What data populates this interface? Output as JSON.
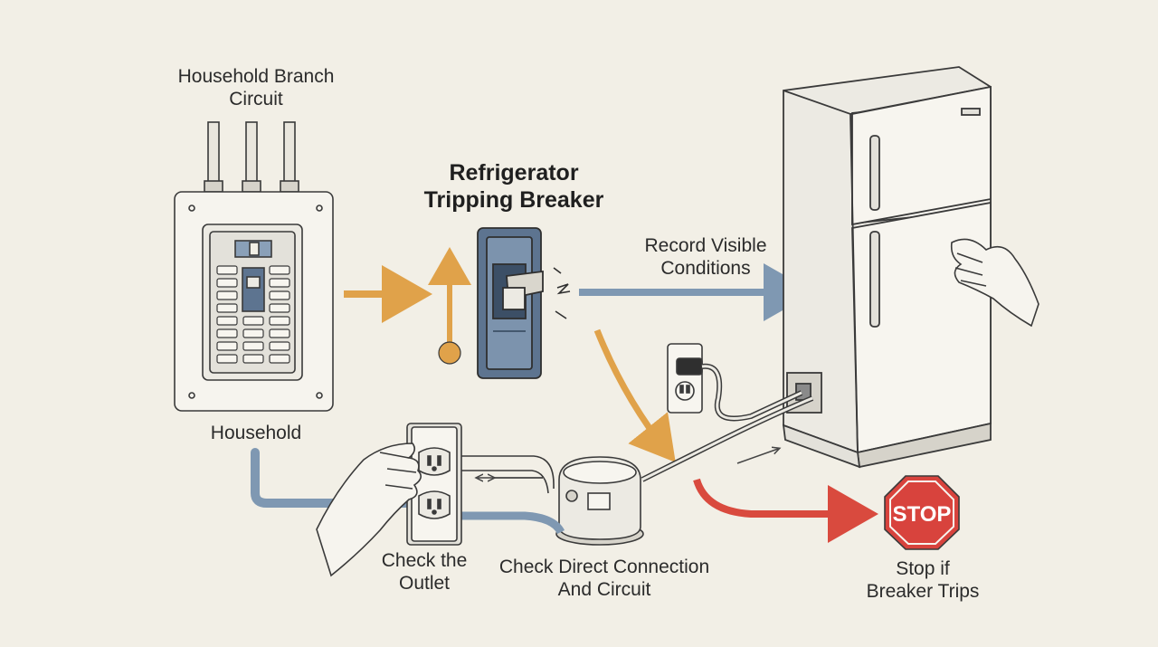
{
  "title": {
    "line1": "Refrigerator",
    "line2": "Tripping Breaker"
  },
  "labels": {
    "branch_circuit": {
      "line1": "Household Branch",
      "line2": "Circuit"
    },
    "household": "Household",
    "record": {
      "line1": "Record Visible",
      "line2": "Conditions"
    },
    "check_outlet": {
      "line1": "Check the",
      "line2": "Outlet"
    },
    "check_connection": {
      "line1": "Check Direct Connection",
      "line2": "And Circuit"
    },
    "stop": {
      "line1": "Stop if",
      "line2": "Breaker Trips"
    }
  },
  "stop_sign_text": "STOP",
  "colors": {
    "background": "#f2efe6",
    "orange_arrow": "#e0a24a",
    "blue_arrow": "#7f98b2",
    "red_arrow": "#d94a3e",
    "stop_sign": "#d8433d",
    "ink": "#3a3a3a"
  }
}
